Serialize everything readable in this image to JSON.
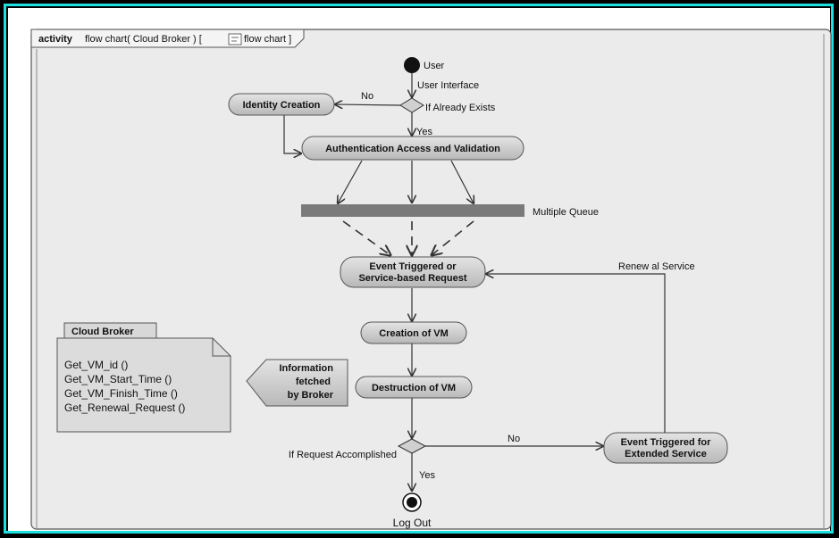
{
  "frame": {
    "keyword": "activity",
    "title": "flow chart( Cloud Broker ) [",
    "title_end": "flow chart ]",
    "icon": "diagram-icon"
  },
  "nodes": {
    "start_label": "User",
    "user_interface": "User Interface",
    "identity_creation": "Identity Creation",
    "if_exists": "If Already Exists",
    "no_label_1": "No",
    "yes_label_1": "Yes",
    "authentication": "Authentication Access and Validation",
    "multiple_queue": "Multiple Queue",
    "event_triggered_1": "Event Triggered or",
    "event_triggered_2": "Service-based Request",
    "renewal_service": "Renew al Service",
    "creation_vm": "Creation of VM",
    "destruction_vm": "Destruction of VM",
    "info_1": "Information",
    "info_2": "fetched",
    "info_3": "by Broker",
    "if_accomplished": "If Request Accomplished",
    "no_label_2": "No",
    "yes_label_2": "Yes",
    "extended_1": "Event Triggered for",
    "extended_2": "Extended Service",
    "log_out": "Log Out"
  },
  "note": {
    "tab": "Cloud Broker",
    "lines": [
      "Get_VM_id ()",
      "Get_VM_Start_Time ()",
      "Get_VM_Finish_Time ()",
      "Get_Renewal_Request ()"
    ]
  },
  "colors": {
    "frame_border": "#1ee0e0",
    "node_fill": "#c8c8c8",
    "diagram_bg": "#ebebeb",
    "bar_fill": "#7a7a7a"
  }
}
